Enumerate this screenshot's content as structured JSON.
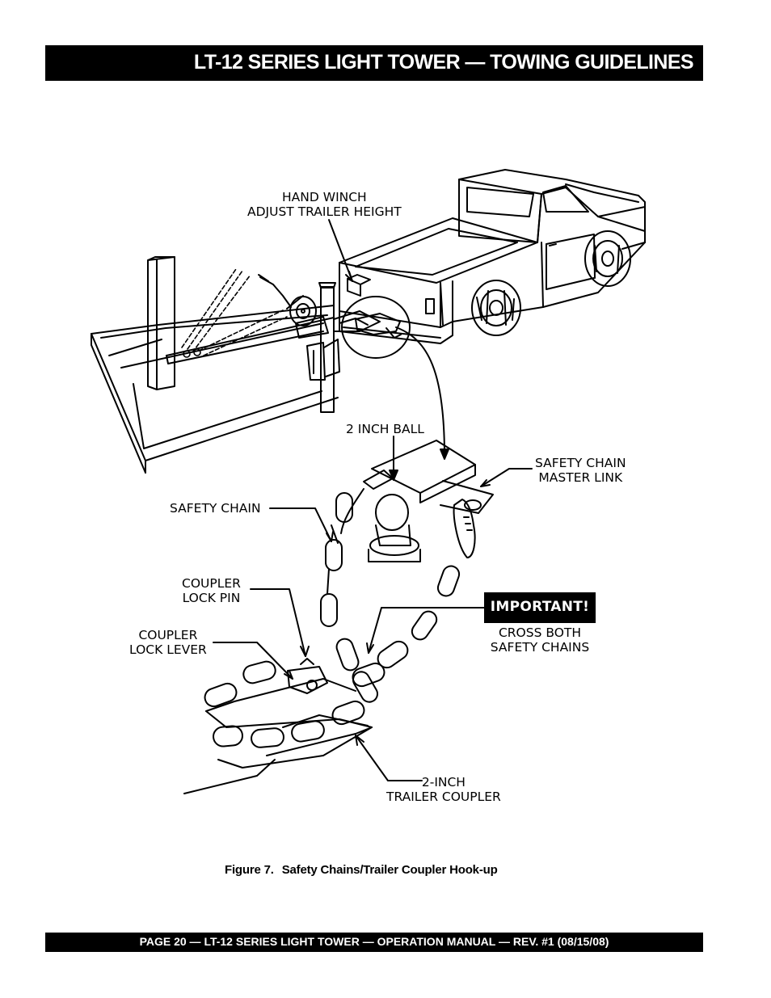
{
  "header": {
    "title": "LT-12 SERIES LIGHT TOWER — TOWING GUIDELINES"
  },
  "figure": {
    "labels": {
      "hand_winch": "HAND WINCH\nADJUST TRAILER HEIGHT",
      "ball": "2 INCH BALL",
      "master_link": "SAFETY CHAIN\nMASTER LINK",
      "safety_chain": "SAFETY CHAIN",
      "lock_pin": "COUPLER\nLOCK PIN",
      "lock_lever": "COUPLER\nLOCK LEVER",
      "important": "IMPORTANT!",
      "cross_chains": "CROSS BOTH\nSAFETY CHAINS",
      "trailer_coupler": "2-INCH\nTRAILER COUPLER"
    },
    "caption_number": "Figure 7.",
    "caption_text": "Safety Chains/Trailer Coupler Hook-up"
  },
  "footer": {
    "text": "PAGE 20 — LT-12 SERIES LIGHT TOWER — OPERATION MANUAL — REV. #1 (08/15/08)"
  }
}
